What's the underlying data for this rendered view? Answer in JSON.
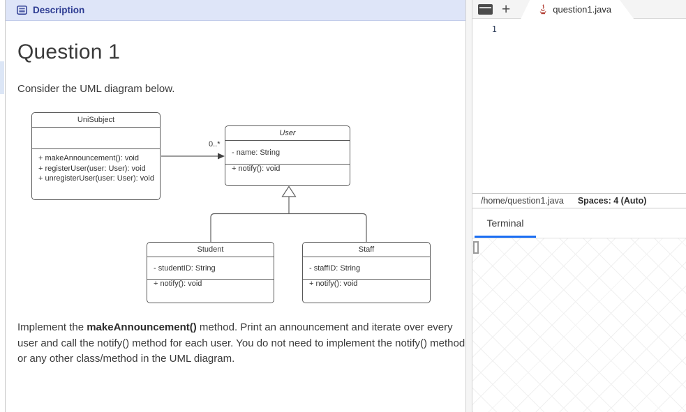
{
  "colors": {
    "header_bg": "#dee5f8",
    "header_text": "#2b3a91",
    "accent_blue": "#1b6ef3",
    "java_icon_red": "#b0392e",
    "line_number_color": "#33425e"
  },
  "description_panel": {
    "header_title": "Description",
    "question_title": "Question 1",
    "intro_text": "Consider the UML diagram below.",
    "uml": {
      "multiplicity_label": "0..*",
      "classes": [
        {
          "name": "UniSubject",
          "abstract": false,
          "attributes": [],
          "methods": [
            "+ makeAnnouncement(): void",
            "+ registerUser(user: User): void",
            "+ unregisterUser(user: User): void"
          ]
        },
        {
          "name": "User",
          "abstract": true,
          "attributes": [
            "- name: String"
          ],
          "methods": [
            "+ notify(): void"
          ]
        },
        {
          "name": "Student",
          "abstract": false,
          "attributes": [
            "- studentID: String"
          ],
          "methods": [
            "+ notify(): void"
          ]
        },
        {
          "name": "Staff",
          "abstract": false,
          "attributes": [
            "- staffID: String"
          ],
          "methods": [
            "+ notify(): void"
          ]
        }
      ]
    },
    "instructions": {
      "part1": "Implement the ",
      "bold": "makeAnnouncement()",
      "part2": " method. Print an announcement and iterate over every user and call the notify() method for each user. You do not need to implement the notify() method or any other class/method in the UML diagram."
    }
  },
  "editor_panel": {
    "tab_bar": {
      "new_tab_label": "+",
      "active_tab": {
        "label": "question1.java",
        "icon": "java-icon"
      }
    },
    "editor": {
      "line_numbers": [
        "1"
      ]
    },
    "status_bar": {
      "file_path": "/home/question1.java",
      "spaces_label": "Spaces: 4 (Auto)"
    },
    "terminal": {
      "tab_label": "Terminal"
    }
  }
}
